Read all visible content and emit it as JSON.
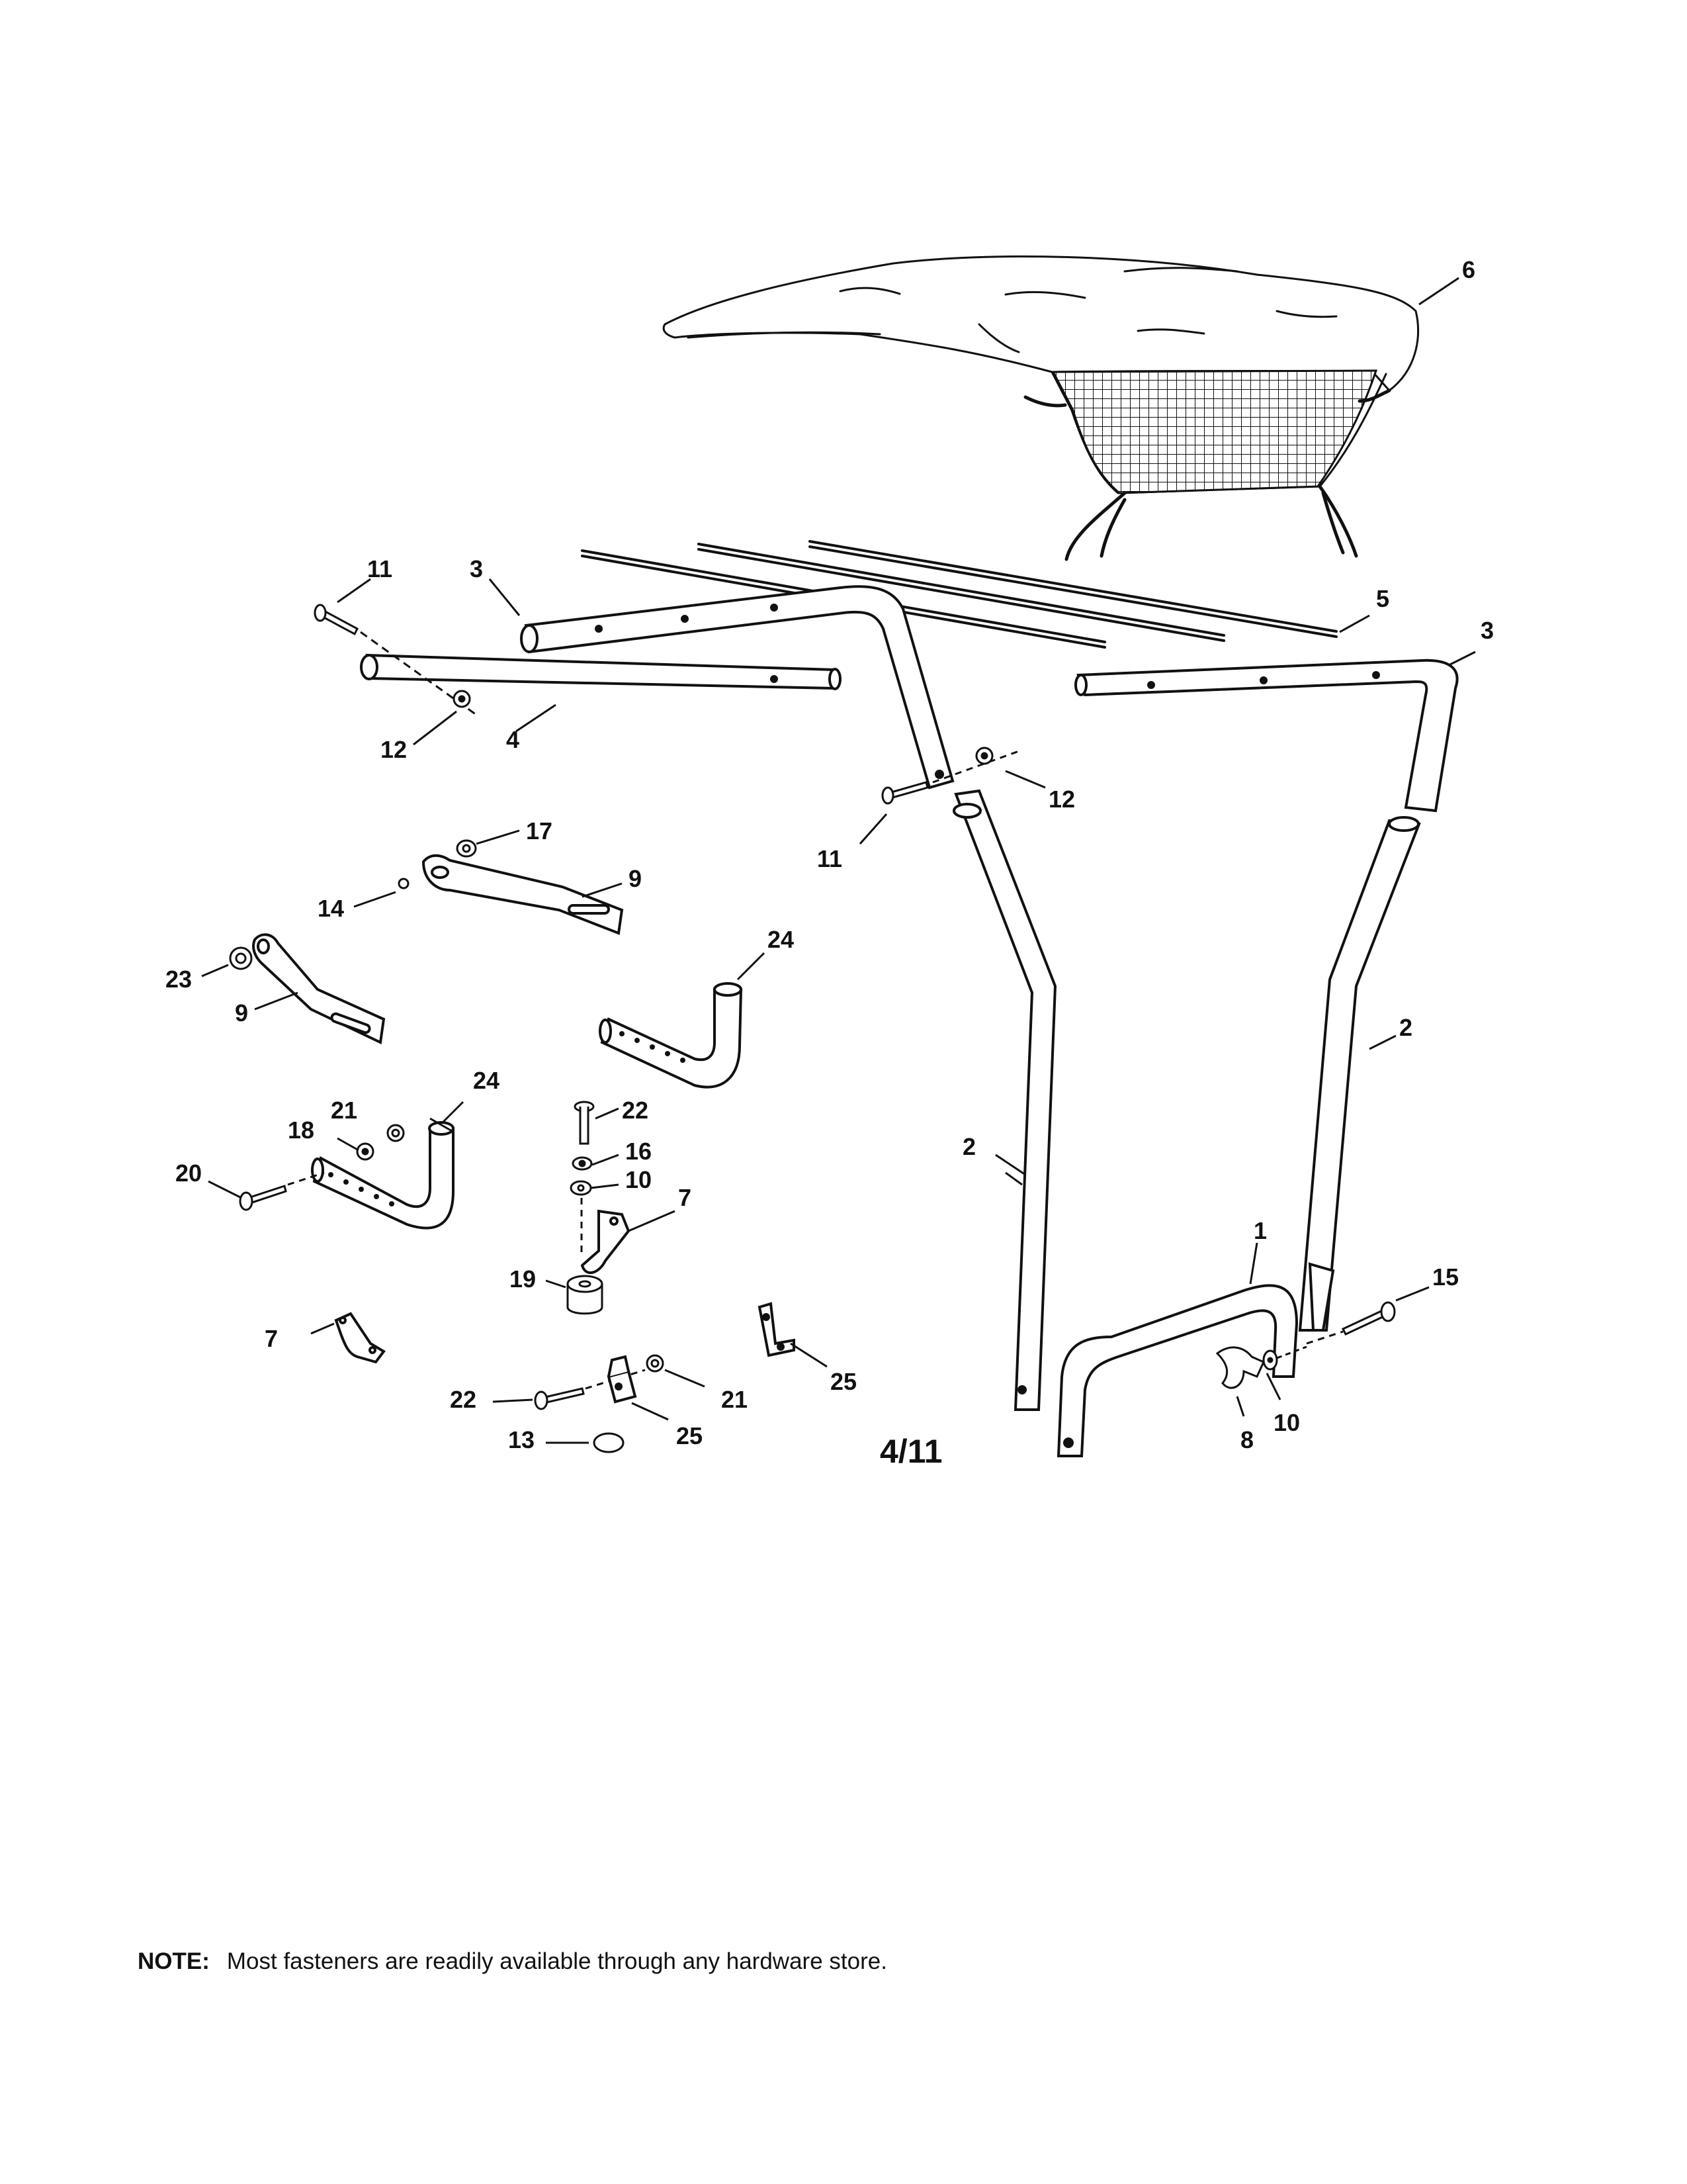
{
  "diagram": {
    "callouts": [
      {
        "id": "c6",
        "label": "6"
      },
      {
        "id": "c11a",
        "label": "11"
      },
      {
        "id": "c3a",
        "label": "3"
      },
      {
        "id": "c5",
        "label": "5"
      },
      {
        "id": "c3b",
        "label": "3"
      },
      {
        "id": "c12a",
        "label": "12"
      },
      {
        "id": "c4",
        "label": "4"
      },
      {
        "id": "c12b",
        "label": "12"
      },
      {
        "id": "c11b",
        "label": "11"
      },
      {
        "id": "c17",
        "label": "17"
      },
      {
        "id": "c9a",
        "label": "9"
      },
      {
        "id": "c14",
        "label": "14"
      },
      {
        "id": "c23",
        "label": "23"
      },
      {
        "id": "c9b",
        "label": "9"
      },
      {
        "id": "c24a",
        "label": "24"
      },
      {
        "id": "c2a",
        "label": "2"
      },
      {
        "id": "c24b",
        "label": "24"
      },
      {
        "id": "c21a",
        "label": "21"
      },
      {
        "id": "c18",
        "label": "18"
      },
      {
        "id": "c20",
        "label": "20"
      },
      {
        "id": "c22a",
        "label": "22"
      },
      {
        "id": "c16",
        "label": "16"
      },
      {
        "id": "c10a",
        "label": "10"
      },
      {
        "id": "c7a",
        "label": "7"
      },
      {
        "id": "c2b",
        "label": "2"
      },
      {
        "id": "c1",
        "label": "1"
      },
      {
        "id": "c15",
        "label": "15"
      },
      {
        "id": "c19",
        "label": "19"
      },
      {
        "id": "c7b",
        "label": "7"
      },
      {
        "id": "c25a",
        "label": "25"
      },
      {
        "id": "c22b",
        "label": "22"
      },
      {
        "id": "c21b",
        "label": "21"
      },
      {
        "id": "c25b",
        "label": "25"
      },
      {
        "id": "c13",
        "label": "13"
      },
      {
        "id": "c8",
        "label": "8"
      },
      {
        "id": "c10b",
        "label": "10"
      }
    ],
    "page_number": "4/11"
  },
  "note": {
    "label": "NOTE:",
    "text": "Most fasteners are readily available through any hardware store."
  }
}
